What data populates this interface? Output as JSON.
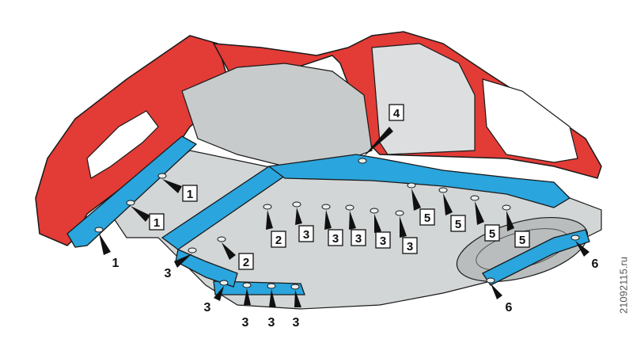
{
  "watermark": "21092115.ru",
  "colors": {
    "body_red": "#e33b36",
    "rail_blue": "#2aa5dd",
    "floor_grey": "#cfd3d3",
    "outline": "#1a1a1a"
  },
  "callouts": [
    {
      "id": "c1a",
      "text": "1",
      "boxed": true
    },
    {
      "id": "c1b",
      "text": "1",
      "boxed": true
    },
    {
      "id": "c1c",
      "text": "1",
      "boxed": false
    },
    {
      "id": "c2a",
      "text": "2",
      "boxed": true
    },
    {
      "id": "c2b",
      "text": "2",
      "boxed": true
    },
    {
      "id": "c3a",
      "text": "3",
      "boxed": false
    },
    {
      "id": "c3b",
      "text": "3",
      "boxed": true
    },
    {
      "id": "c3c",
      "text": "3",
      "boxed": true
    },
    {
      "id": "c3d",
      "text": "3",
      "boxed": true
    },
    {
      "id": "c3e",
      "text": "3",
      "boxed": true
    },
    {
      "id": "c3f",
      "text": "3",
      "boxed": true
    },
    {
      "id": "c3g",
      "text": "3",
      "boxed": false
    },
    {
      "id": "c3h",
      "text": "3",
      "boxed": false
    },
    {
      "id": "c3i",
      "text": "3",
      "boxed": false
    },
    {
      "id": "c3j",
      "text": "3",
      "boxed": false
    },
    {
      "id": "c4",
      "text": "4",
      "boxed": true
    },
    {
      "id": "c5a",
      "text": "5",
      "boxed": true
    },
    {
      "id": "c5b",
      "text": "5",
      "boxed": true
    },
    {
      "id": "c5c",
      "text": "5",
      "boxed": true
    },
    {
      "id": "c5d",
      "text": "5",
      "boxed": true
    },
    {
      "id": "c6a",
      "text": "6",
      "boxed": false
    },
    {
      "id": "c6b",
      "text": "6",
      "boxed": false
    }
  ]
}
